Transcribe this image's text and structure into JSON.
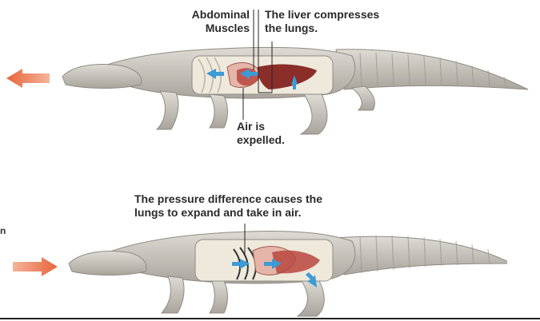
{
  "labels": {
    "abdominal_muscles": "Abdominal\nMuscles",
    "liver_compresses": "The liver compresses\nthe lungs.",
    "air_expelled": "Air is\nexpelled.",
    "pressure_difference": "The pressure difference causes the\nlungs to expand and take in air.",
    "edge_fragment": "n"
  },
  "colors": {
    "direction_arrow": "#e8643a",
    "airflow_arrow": "#3b9bd6",
    "body": "#c9c6bf",
    "body_shade": "#a8a49c",
    "muscle": "#b8473f",
    "lung": "#e4b5a8",
    "liver": "#8b2e2a"
  },
  "icons": [
    "direction-arrow-left",
    "direction-arrow-right",
    "airflow-arrow"
  ]
}
